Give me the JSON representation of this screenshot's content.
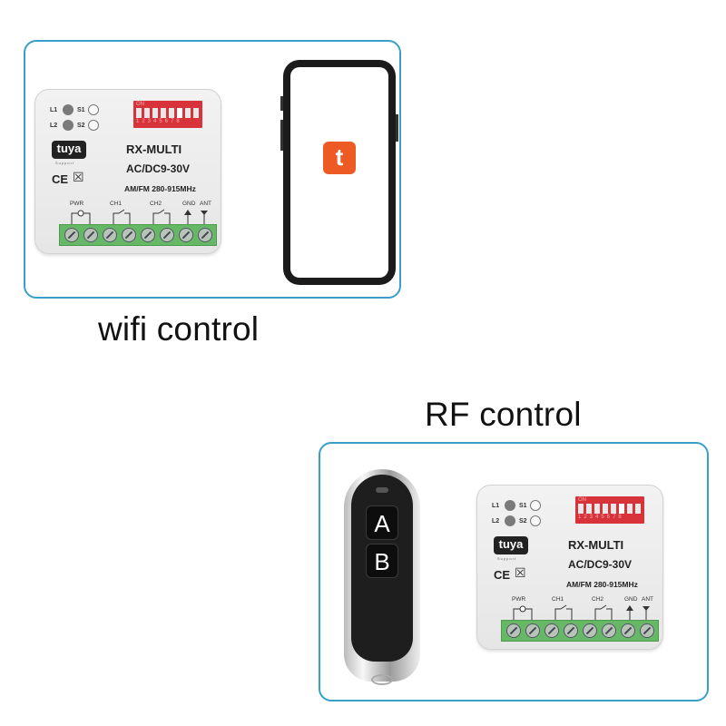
{
  "captions": {
    "wifi": "wifi control",
    "rf": "RF control"
  },
  "module": {
    "leds": [
      {
        "label": "L1",
        "switch": "S1"
      },
      {
        "label": "L2",
        "switch": "S2"
      }
    ],
    "dip": {
      "on_label": "ON",
      "numbers": "12345678"
    },
    "brand": "tuya",
    "brand_sub": "Support",
    "cert": "CE",
    "weee_symbol": "☒",
    "title": "RX-MULTI",
    "voltage": "AC/DC9-30V",
    "frequency": "AM/FM 280-915MHz",
    "terminal_labels": [
      "PWR",
      "CH1",
      "CH2",
      "GND",
      "ANT"
    ]
  },
  "phone": {
    "app_icon_glyph": "t"
  },
  "remote": {
    "buttons": [
      "A",
      "B"
    ]
  },
  "colors": {
    "panel_border": "#3a9fc8",
    "dip_red": "#d8323a",
    "terminal_green": "#66b866",
    "tuya_orange": "#ee5a24"
  }
}
